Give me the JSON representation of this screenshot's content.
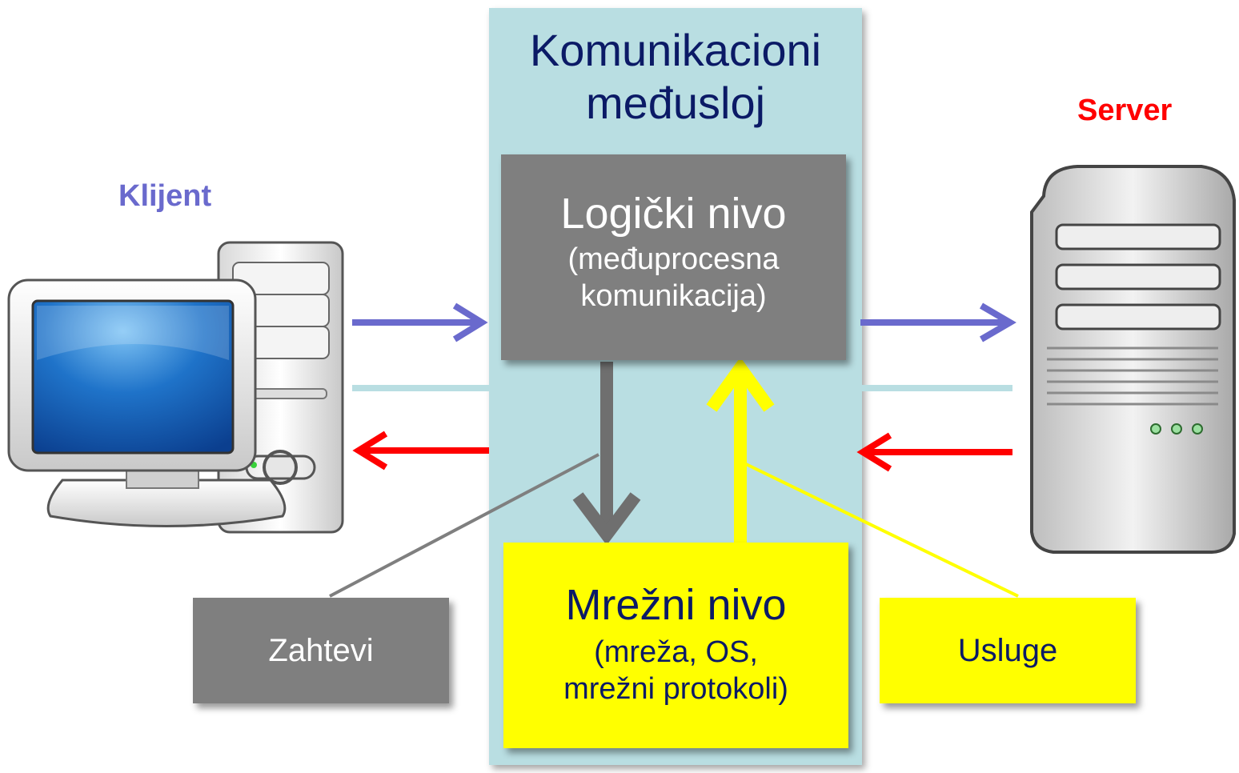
{
  "middleware": {
    "title_line1": "Komunikacioni",
    "title_line2": "međusloj",
    "color": "#b9dee2"
  },
  "logic_level": {
    "title": "Logički nivo",
    "subtitle_line1": "(međuprocesna",
    "subtitle_line2": "komunikacija)",
    "color": "#7f7f7f"
  },
  "network_level": {
    "title": "Mrežni nivo",
    "subtitle_line1": "(mreža, OS,",
    "subtitle_line2": "mrežni protokoli)",
    "color": "#ffff00"
  },
  "callouts": {
    "requests": "Zahtevi",
    "services": "Usluge"
  },
  "client": {
    "label": "Klijent",
    "color": "#6a6acd",
    "icon": "desktop-computer-icon"
  },
  "server": {
    "label": "Server",
    "color": "#ff0000",
    "icon": "server-tower-icon"
  },
  "arrow_colors": {
    "request": "#6a6acd",
    "response": "#ff0000",
    "connection": "#b9dee2",
    "down": "#6f6f6f",
    "up": "#ffff00"
  }
}
